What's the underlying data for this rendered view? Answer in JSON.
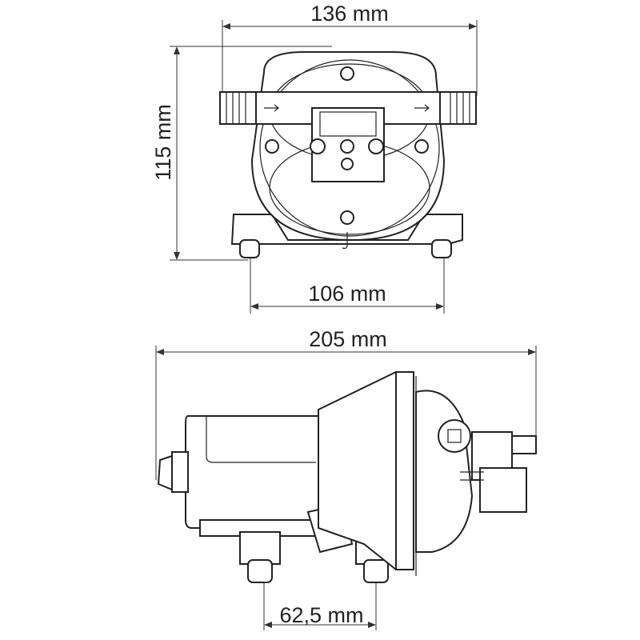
{
  "dimensions": {
    "top_width": "136 mm",
    "top_height": "115 mm",
    "top_base_width": "106 mm",
    "side_length": "205 mm",
    "side_foot_spacing": "62,5 mm"
  },
  "colors": {
    "line": "#222222",
    "background": "#ffffff"
  }
}
